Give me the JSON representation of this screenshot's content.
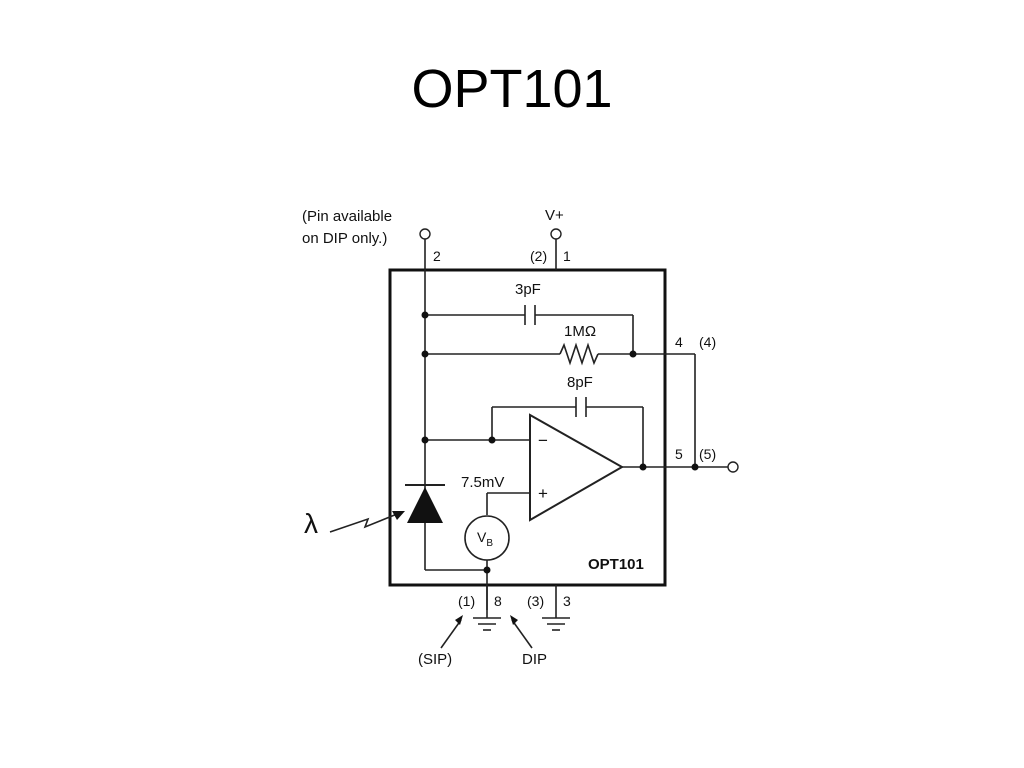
{
  "slide": {
    "title": "OPT101"
  },
  "schematic": {
    "note_line1": "(Pin available",
    "note_line2": "on DIP only.)",
    "vplus_label": "V+",
    "pin2": "2",
    "pin1_sip": "(2)",
    "pin1": "1",
    "cap1": "3pF",
    "res": "1MΩ",
    "pin4": "4",
    "pin4_sip": "(4)",
    "cap2": "8pF",
    "pin5": "5",
    "pin5_sip": "(5)",
    "opamp_minus": "−",
    "opamp_plus": "+",
    "vbias": "7.5mV",
    "vb_main": "V",
    "vb_sub": "B",
    "lambda": "λ",
    "chip_label": "OPT101",
    "pin8_sip": "(1)",
    "pin8": "8",
    "pin3_sip": "(3)",
    "pin3": "3",
    "sip_label": "(SIP)",
    "dip_label": "DIP"
  }
}
